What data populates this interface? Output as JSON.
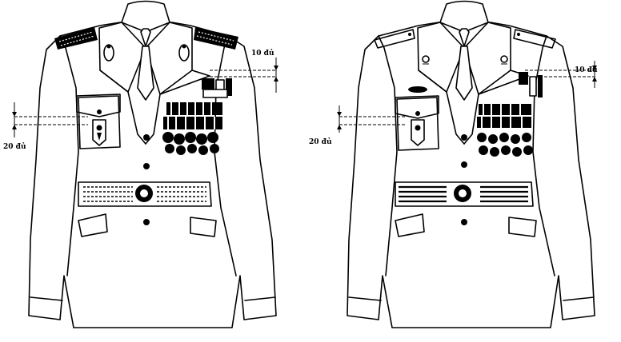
{
  "figures": [
    {
      "id": "jacket-left",
      "dimensions": {
        "upper": "10 đủ",
        "lower": "20 đủ"
      }
    },
    {
      "id": "jacket-right",
      "dimensions": {
        "upper": "10 đủ",
        "lower": "20 đủ"
      }
    }
  ],
  "colors": {
    "ink": "#000000",
    "paper": "#ffffff"
  }
}
